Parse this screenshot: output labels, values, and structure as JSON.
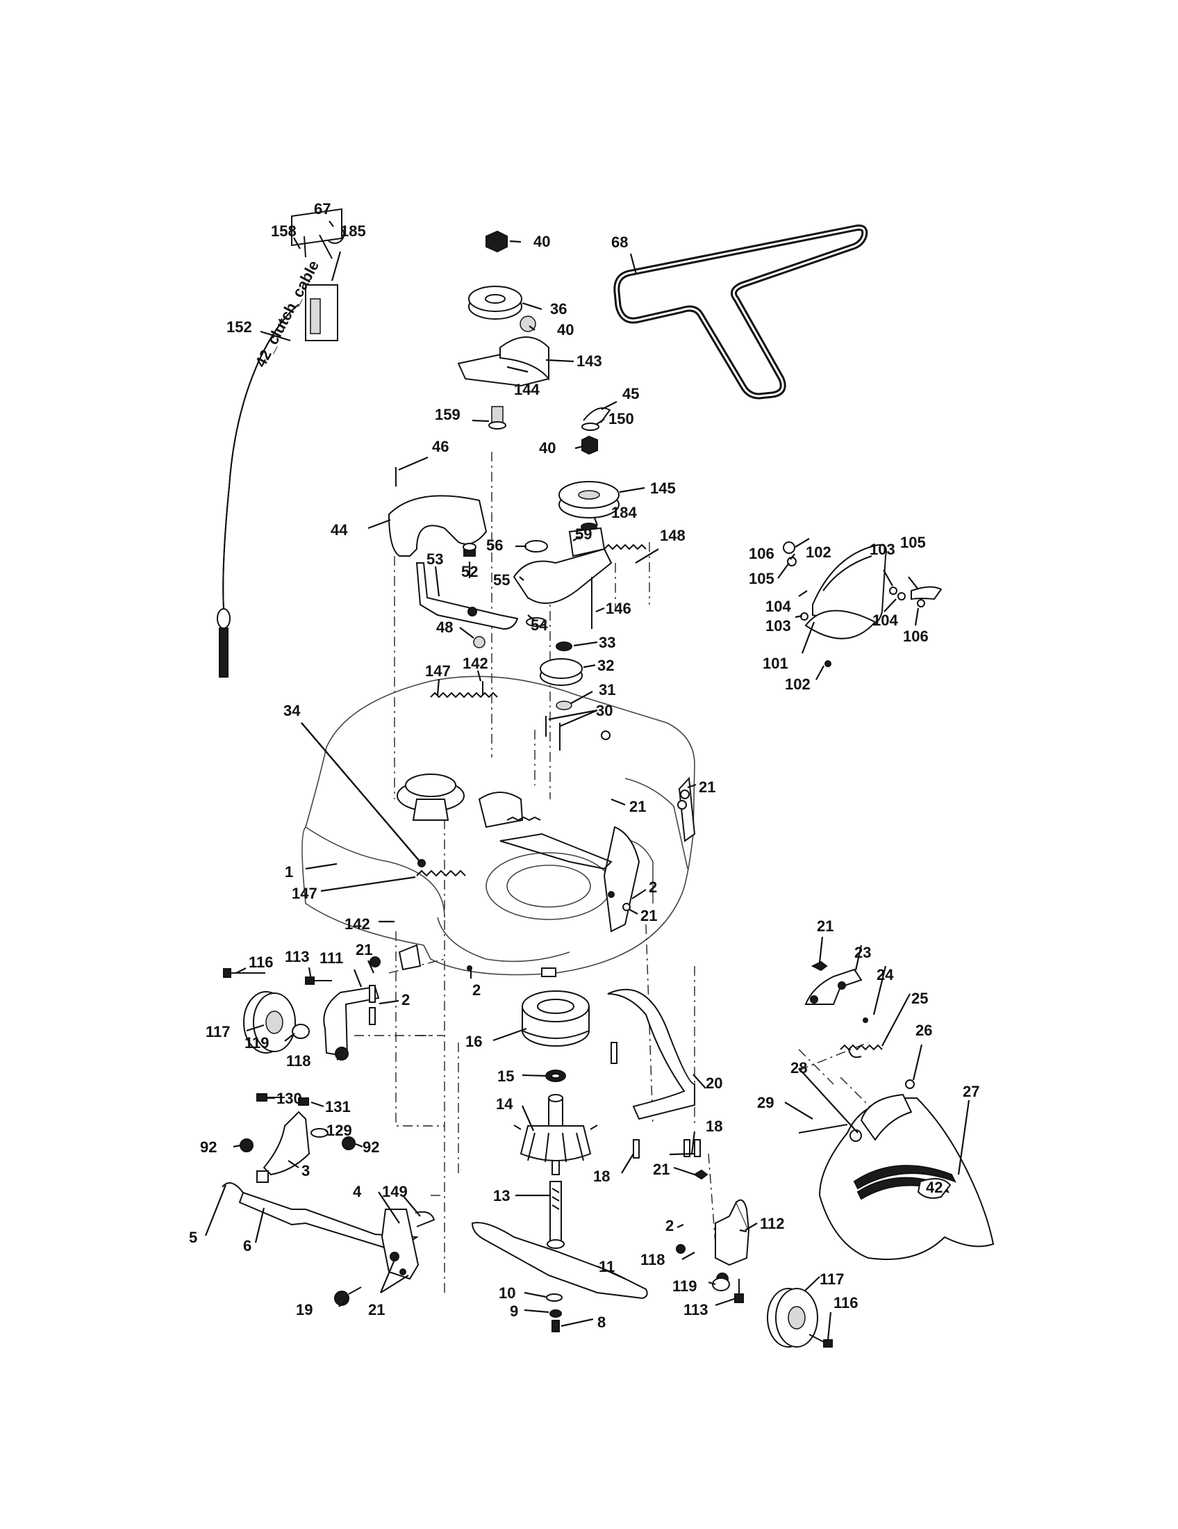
{
  "parts": {
    "p67": "67",
    "p158": "158",
    "p185": "185",
    "p152": "152",
    "p40a": "40",
    "p36": "36",
    "p40b": "40",
    "p143": "143",
    "p144": "144",
    "p68": "68",
    "p45": "45",
    "p150": "150",
    "p159": "159",
    "p40c": "40",
    "p46": "46",
    "p145": "145",
    "p184": "184",
    "p44": "44",
    "p56": "56",
    "p59": "59",
    "p148": "148",
    "p53": "53",
    "p52": "52",
    "p55": "55",
    "p146": "146",
    "p54": "54",
    "p48": "48",
    "p33": "33",
    "p32": "32",
    "p31": "31",
    "p147a": "147",
    "p142a": "142",
    "p30": "30",
    "p106a": "106",
    "p102a": "102",
    "p103a": "103",
    "p105a": "105",
    "p105b": "105",
    "p104a": "104",
    "p103b": "103",
    "p104b": "104",
    "p106b": "106",
    "p101": "101",
    "p102b": "102",
    "p34": "34",
    "p21a": "21",
    "p21b": "21",
    "p1": "1",
    "p147b": "147",
    "p2a": "2",
    "p21c": "21",
    "p142b": "142",
    "p21d": "21",
    "p23": "23",
    "p24": "24",
    "p25": "25",
    "p26": "26",
    "p116a": "116",
    "p113a": "113",
    "p111": "111",
    "p21e": "21",
    "p2b": "2",
    "p117a": "117",
    "p119a": "119",
    "p118a": "118",
    "p2c": "2",
    "p16": "16",
    "p15": "15",
    "p20": "20",
    "p28": "28",
    "p29": "29",
    "p27": "27",
    "p130": "130",
    "p131": "131",
    "p14": "14",
    "p18a": "18",
    "p129": "129",
    "p92a": "92",
    "p92b": "92",
    "p3": "3",
    "p18b": "18",
    "p21f": "21",
    "p4": "4",
    "p149": "149",
    "p5": "5",
    "p6": "6",
    "p13": "13",
    "p112": "112",
    "p2d": "2",
    "p118b": "118",
    "p11": "11",
    "p119b": "119",
    "p117b": "117",
    "p19": "19",
    "p21g": "21",
    "p10": "10",
    "p9": "9",
    "p8": "8",
    "p113b": "113",
    "p116b": "116"
  },
  "decals": {
    "cable_marking": "42_clutch_cable",
    "chute_badge": "42"
  }
}
